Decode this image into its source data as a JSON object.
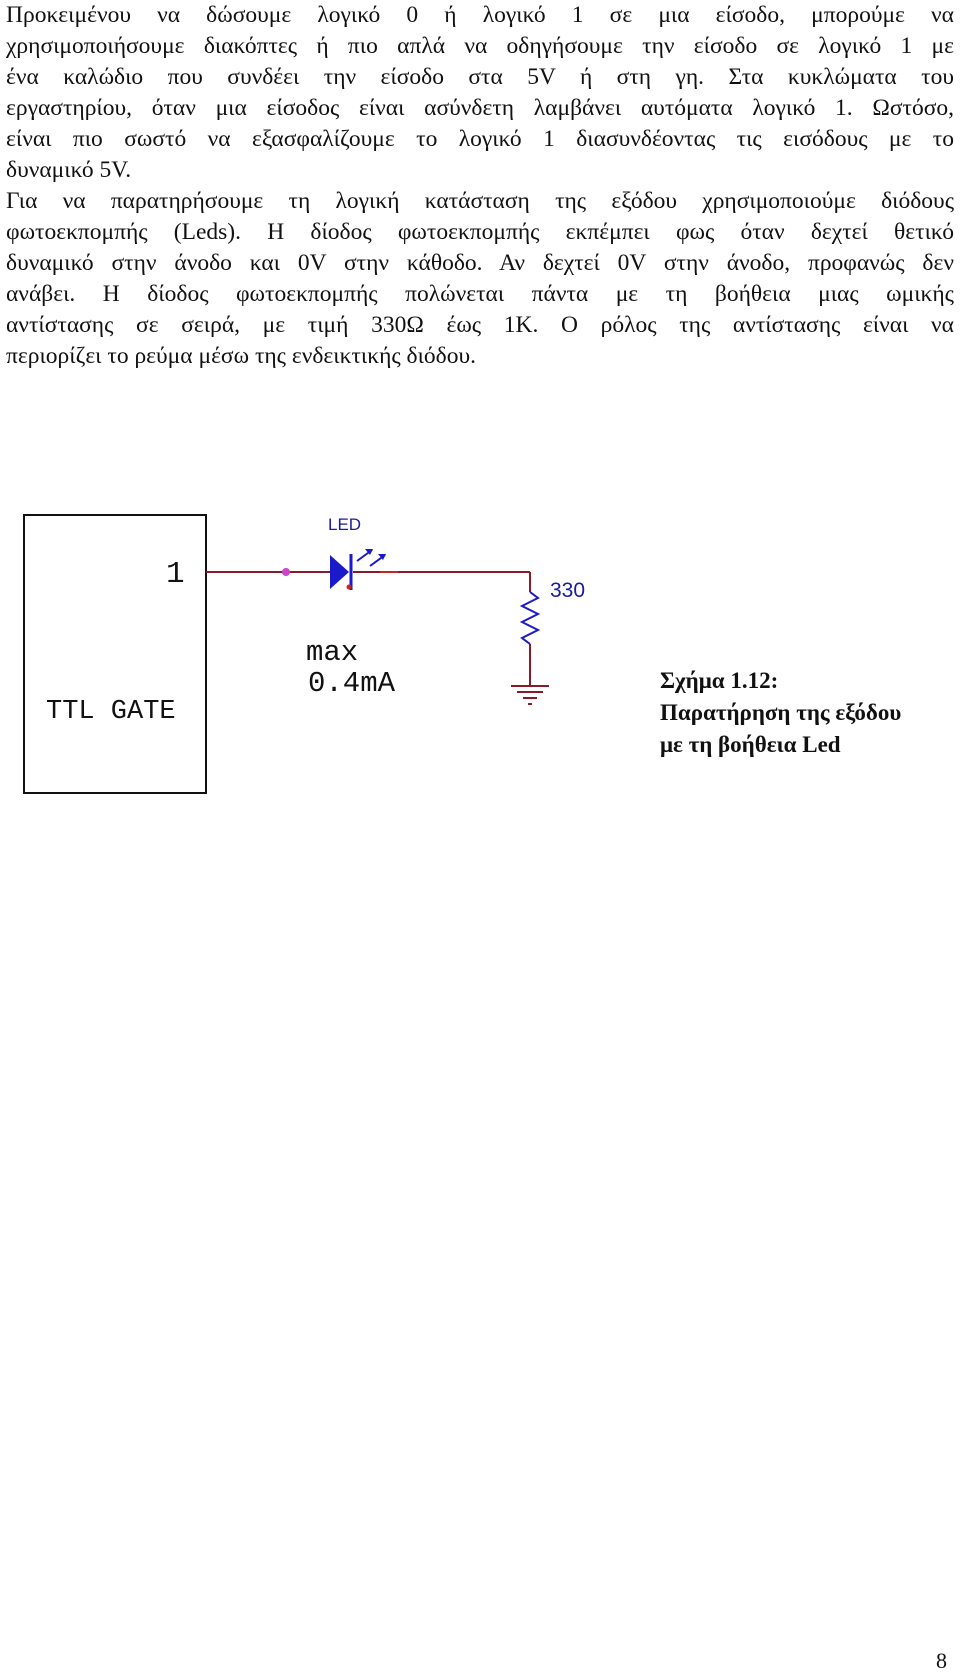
{
  "paragraph1": {
    "lines": [
      "Προκειμένου να δώσουμε λογικό 0 ή λογικό 1 σε μια είσοδο, μπορούμε να",
      "χρησιμοποιήσουμε διακόπτες ή πιο απλά να οδηγήσουμε την είσοδο σε λογικό 1 με",
      "ένα καλώδιο που συνδέει την είσοδο στα 5V ή στη γη. Στα κυκλώματα του",
      "εργαστηρίου, όταν μια είσοδος είναι ασύνδετη λαμβάνει αυτόματα λογικό 1. Ωστόσο,",
      "είναι πιο σωστό να εξασφαλίζουμε το λογικό 1 διασυνδέοντας τις εισόδους με το",
      "δυναμικό 5V."
    ]
  },
  "paragraph2": {
    "lines": [
      "Για να παρατηρήσουμε τη λογική κατάσταση της εξόδου χρησιμοποιούμε διόδους",
      "φωτοεκπομπής (Leds). Η δίοδος φωτοεκπομπής εκπέμπει φως όταν δεχτεί θετικό",
      "δυναμικό στην άνοδο και 0V στην κάθοδο. Αν δεχτεί 0V στην άνοδο, προφανώς δεν",
      "ανάβει. Η δίοδος φωτοεκπομπής πολώνεται πάντα με τη βοήθεια μιας ωμικής",
      "αντίστασης σε σειρά, με τιμή 330Ω έως 1Κ. Ο ρόλος της αντίστασης είναι να",
      "περιορίζει το ρεύμα μέσω της ενδεικτικής διόδου."
    ]
  },
  "figure": {
    "gate_output_value": "1",
    "gate_label": "TTL GATE",
    "current_label_line1": "max",
    "current_label_line2": "0.4mA",
    "led_label": "LED",
    "resistor_label": "330",
    "colors": {
      "wire": "#8a1a2a",
      "led": "#1a1acc",
      "label_blue": "#1a1aa0",
      "node_dot": "#cc44cc",
      "junction": "#cc2222"
    }
  },
  "caption": {
    "line1": "Σχήμα 1.12:",
    "line2": "Παρατήρηση της εξόδου",
    "line3": "με τη βοήθεια Led"
  },
  "page_number": "8"
}
